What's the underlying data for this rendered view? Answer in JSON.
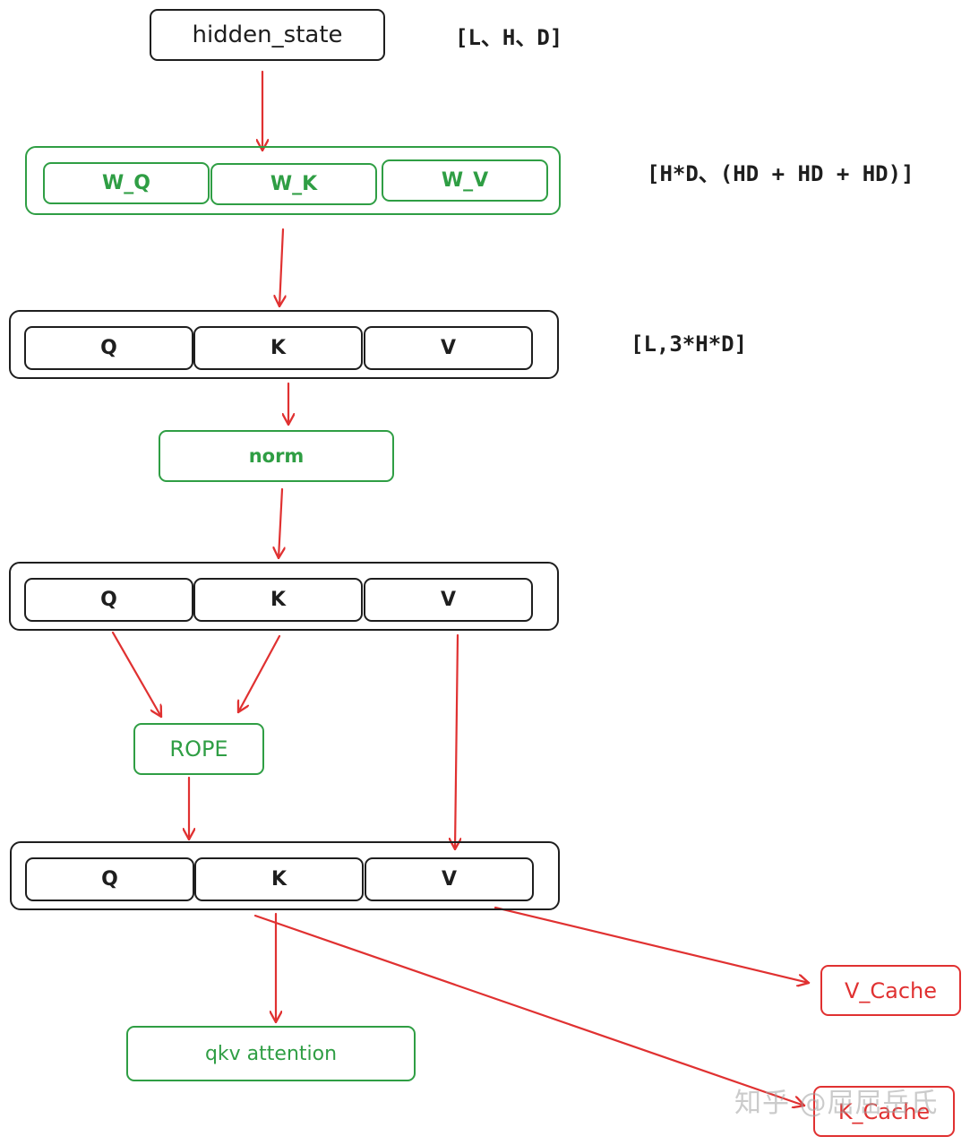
{
  "nodes": {
    "hidden_state": "hidden_state",
    "w_q": "W_Q",
    "w_k": "W_K",
    "w_v": "W_V",
    "norm": "norm",
    "rope": "ROPE",
    "qkv_attention": "qkv attention",
    "v_cache": "V_Cache",
    "k_cache": "K_Cache"
  },
  "qkv_rows": [
    {
      "q": "Q",
      "k": "K",
      "v": "V"
    },
    {
      "q": "Q",
      "k": "K",
      "v": "V"
    },
    {
      "q": "Q",
      "k": "K",
      "v": "V"
    }
  ],
  "shape_labels": {
    "hidden_state_shape": "[L、H、D]",
    "weights_shape": "[H*D、(HD + HD + HD)]",
    "qkv_shape": "[L,3*H*D]"
  },
  "watermark": "知乎 @屈屈岳氏",
  "colors": {
    "black": "#1e1e1e",
    "green": "#2f9e44",
    "red": "#e03131"
  }
}
